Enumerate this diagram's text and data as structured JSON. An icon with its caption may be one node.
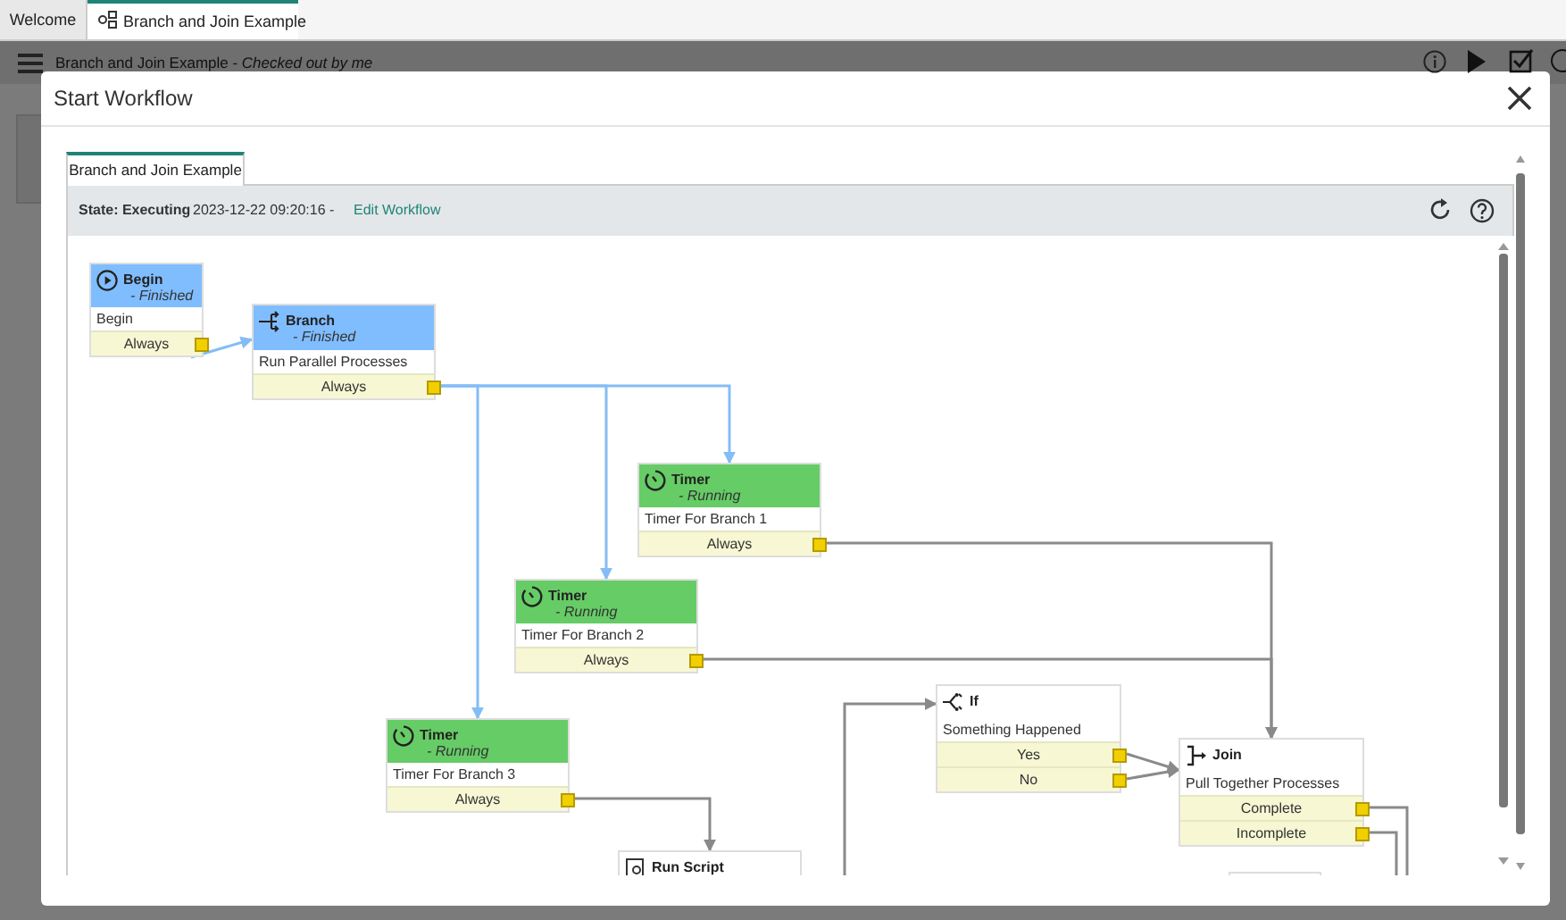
{
  "diagram": {
    "title": "Start Workflow",
    "nodes": [
      {
        "text": [
          "Begin",
          "- Finished",
          "Begin"
        ]
      },
      {
        "text": [
          "Always"
        ],
        "in": 0
      },
      {
        "text": [
          "Branch",
          "- Finished",
          "Run Parallel Processes"
        ]
      },
      {
        "text": [
          "Always"
        ],
        "in": 2
      },
      {
        "text": [
          "Timer",
          "- Running",
          "Timer For Branch 1"
        ]
      },
      {
        "text": [
          "Always"
        ],
        "in": 4
      },
      {
        "text": [
          "Timer",
          "- Running",
          "Timer For Branch 2"
        ]
      },
      {
        "text": [
          "Always"
        ],
        "in": 6
      },
      {
        "text": [
          "If",
          "Something Happened"
        ]
      },
      {
        "text": [
          "Yes"
        ],
        "in": 8
      },
      {
        "text": [
          "No"
        ],
        "in": 8
      },
      {
        "text": [
          "Timer",
          "- Running",
          "Timer For Branch 3"
        ]
      },
      {
        "text": [
          "Always"
        ],
        "in": 11
      },
      {
        "text": [
          "Join",
          "Pull Together Processes"
        ]
      },
      {
        "text": [
          "Complete"
        ],
        "in": 13
      },
      {
        "text": [
          "Incomplete"
        ],
        "in": 13
      },
      {
        "text": [
          "Run Script"
        ]
      },
      {
        "text": [],
        "shape": "box"
      }
    ],
    "edges": [
      {
        "from": 1,
        "to": 2,
        "arrow": "to",
        "color": "#84bdf6"
      },
      {
        "from": 3,
        "to": 4,
        "arrow": "to",
        "color": "#84bdf6"
      },
      {
        "from": 3,
        "to": 6,
        "arrow": "to",
        "color": "#84bdf6"
      },
      {
        "from": 3,
        "to": 11,
        "arrow": "to",
        "color": "#84bdf6"
      },
      {
        "from": 5,
        "to": 13,
        "arrow": "to"
      },
      {
        "from": 7,
        "to": 13,
        "arrow": "to"
      },
      {
        "from": 12,
        "to": 16,
        "arrow": "to"
      },
      {
        "from": null,
        "to": 8,
        "arrow": "to"
      },
      {
        "from": 9,
        "to": 13,
        "arrow": "to"
      },
      {
        "from": 10,
        "to": 13,
        "arrow": "to"
      },
      {
        "from": 14,
        "to": null,
        "arrow": "none"
      },
      {
        "from": 15,
        "to": null,
        "arrow": "none"
      }
    ],
    "labels": [
      "Welcome",
      "Branch and Join Example",
      "Branch and Join Example - *Checked out by me*",
      "Branch and Join Example",
      "State: Executing",
      "2023-12-22 09:20:16 -",
      "Edit Workflow"
    ]
  }
}
